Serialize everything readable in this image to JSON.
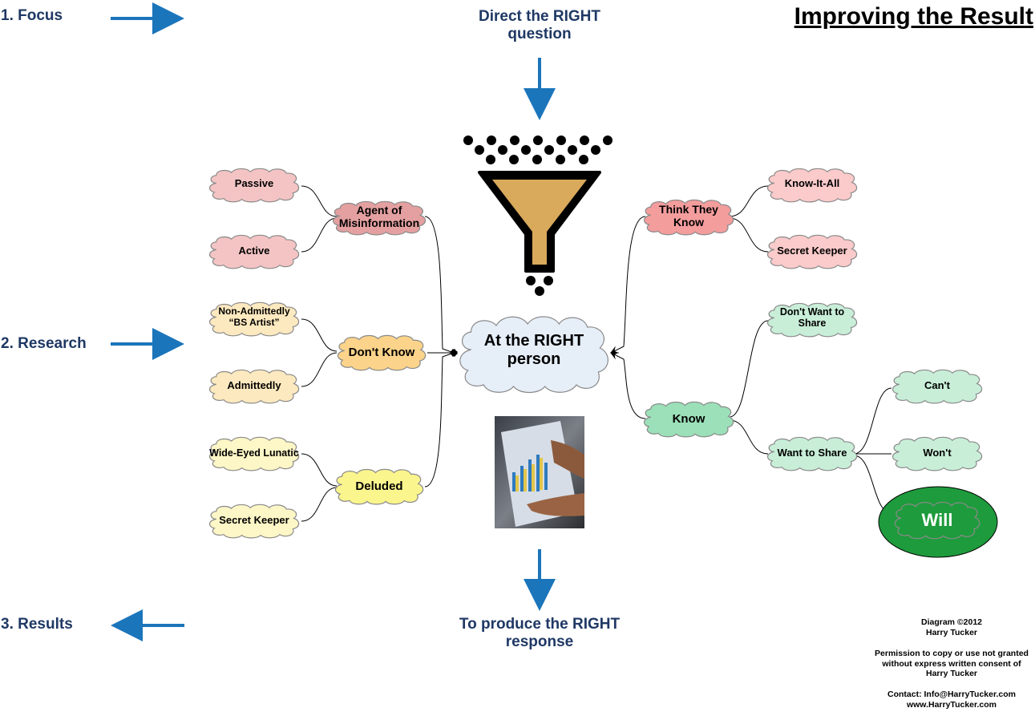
{
  "title": "Improving the Result",
  "steps": {
    "focus": "1. Focus",
    "research": "2. Research",
    "results": "3. Results"
  },
  "flow": {
    "question_line1": "Direct the RIGHT",
    "question_line2": "question",
    "person_line1": "At the RIGHT",
    "person_line2": "person",
    "response_line1": "To produce the RIGHT",
    "response_line2": "response"
  },
  "left_branches": {
    "misinformation": {
      "label_line1": "Agent of",
      "label_line2": "Misinformation",
      "children": [
        "Passive",
        "Active"
      ]
    },
    "dont_know": {
      "label": "Don't Know",
      "child1_line1": "Non-Admittedly",
      "child1_line2": "“BS Artist”",
      "child2": "Admittedly"
    },
    "deluded": {
      "label": "Deluded",
      "children": [
        "Wide-Eyed Lunatic",
        "Secret Keeper"
      ]
    }
  },
  "right_branches": {
    "think_they_know": {
      "label_line1": "Think They",
      "label_line2": "Know",
      "children": [
        "Know-It-All",
        "Secret Keeper"
      ]
    },
    "know": {
      "label": "Know",
      "dont_want_line1": "Don't Want to",
      "dont_want_line2": "Share",
      "want_to_share": "Want to Share",
      "outcomes": [
        "Can't",
        "Won't",
        "Will"
      ]
    }
  },
  "footer": {
    "copyright_line1": "Diagram ©2012",
    "copyright_line2": "Harry Tucker",
    "permission_line1": "Permission to copy or use not granted",
    "permission_line2": "without express written consent of",
    "permission_line3": "Harry Tucker",
    "contact": "Contact: Info@HarryTucker.com",
    "website": "www.HarryTucker.com"
  },
  "colors": {
    "misinformation": "#e4a0a0",
    "misinformation_child": "#f4c4c4",
    "dont_know": "#fbd38a",
    "dont_know_child": "#fde9bf",
    "deluded": "#fbf58e",
    "deluded_child": "#fdf6c6",
    "think_they_know": "#f49d9d",
    "think_child": "#fbcaca",
    "know": "#9be0b8",
    "know_child": "#c8eed8",
    "will": "#1e9b3c",
    "person_cloud": "#e6eef8",
    "arrow": "#1b75bb",
    "funnel": "#d9a95c",
    "text_blue": "#1f3864"
  },
  "icons": [
    "funnel-icon",
    "falling-dots-icon",
    "chart-photo"
  ]
}
